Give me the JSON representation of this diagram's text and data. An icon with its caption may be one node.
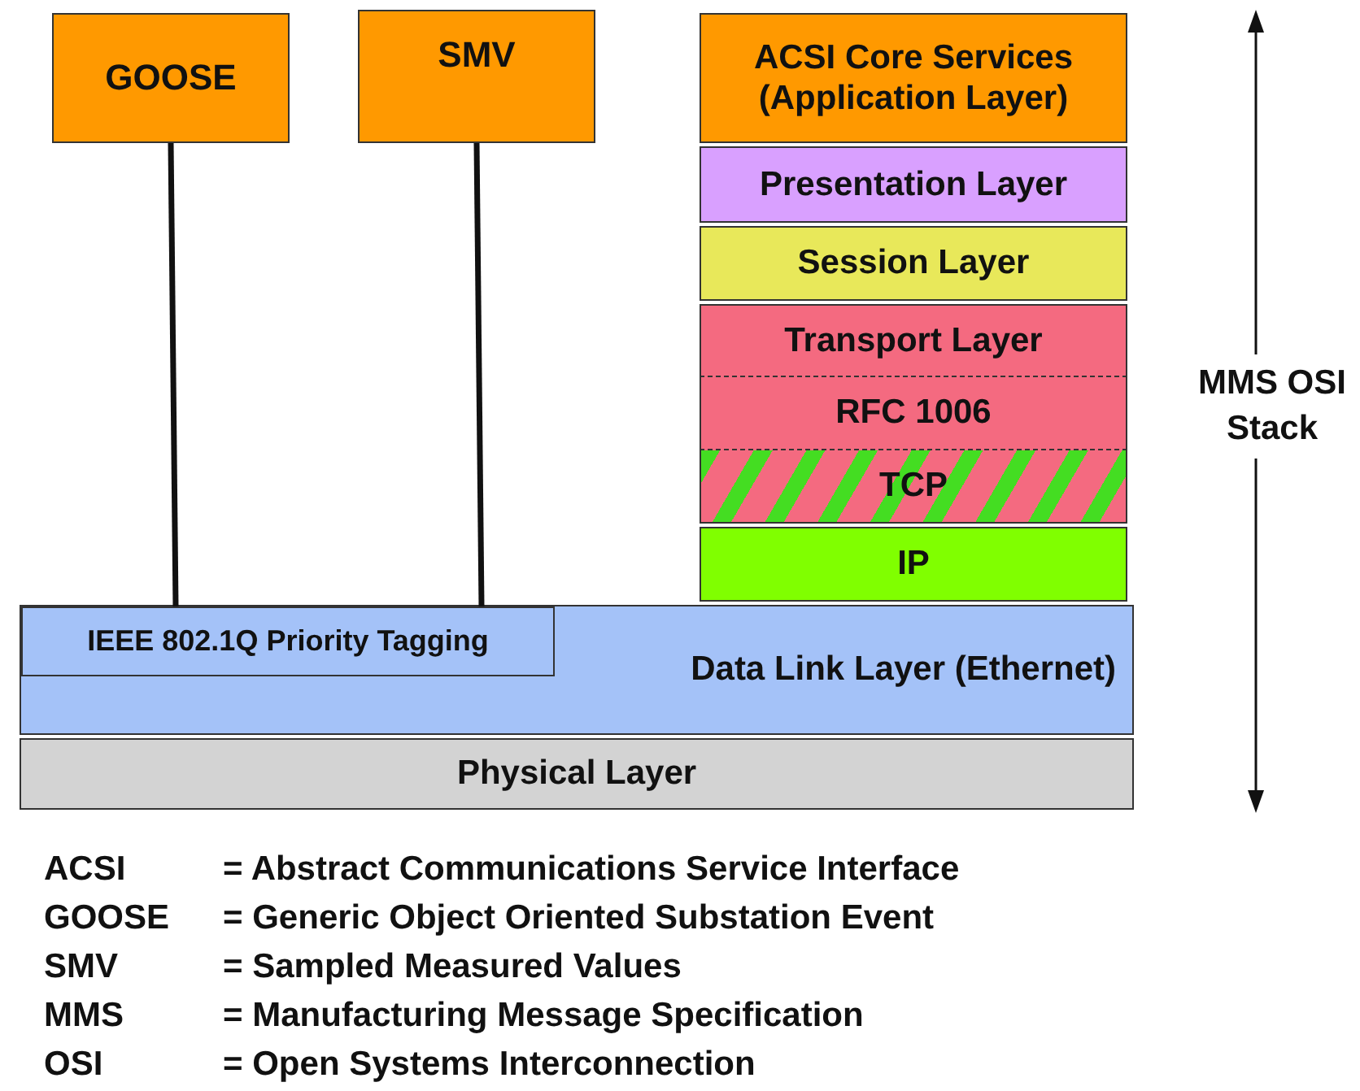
{
  "diagram": {
    "nodes": [
      {
        "text": [
          "GOOSE"
        ]
      },
      {
        "text": [
          "SMV"
        ]
      },
      {
        "text": [
          "ACSI Core Services (Application Layer)"
        ]
      },
      {
        "text": [
          "Presentation Layer"
        ]
      },
      {
        "text": [
          "Session Layer"
        ]
      },
      {
        "text": [
          "Transport Layer"
        ]
      },
      {
        "text": [
          "RFC 1006"
        ]
      },
      {
        "text": [
          "TCP"
        ]
      },
      {
        "text": [
          "IP"
        ]
      },
      {
        "text": [
          "Data Link Layer (Ethernet)"
        ]
      },
      {
        "text": [
          "IEEE 802.1Q Priority Tagging"
        ],
        "in": 9
      },
      {
        "text": [
          "Physical Layer"
        ]
      }
    ],
    "edges": [
      {
        "from": 0,
        "to": 10,
        "arrow": "none"
      },
      {
        "from": 1,
        "to": 10,
        "arrow": "none"
      }
    ],
    "labels": [
      "MMS OSI Stack",
      "ACSI",
      "= Abstract Communications Service Interface",
      "GOOSE",
      "= Generic Object Oriented Substation Event",
      "SMV",
      "= Sampled Measured Values",
      "MMS",
      "= Manufacturing Message Specification",
      "OSI",
      "= Open Systems Interconnection"
    ]
  }
}
